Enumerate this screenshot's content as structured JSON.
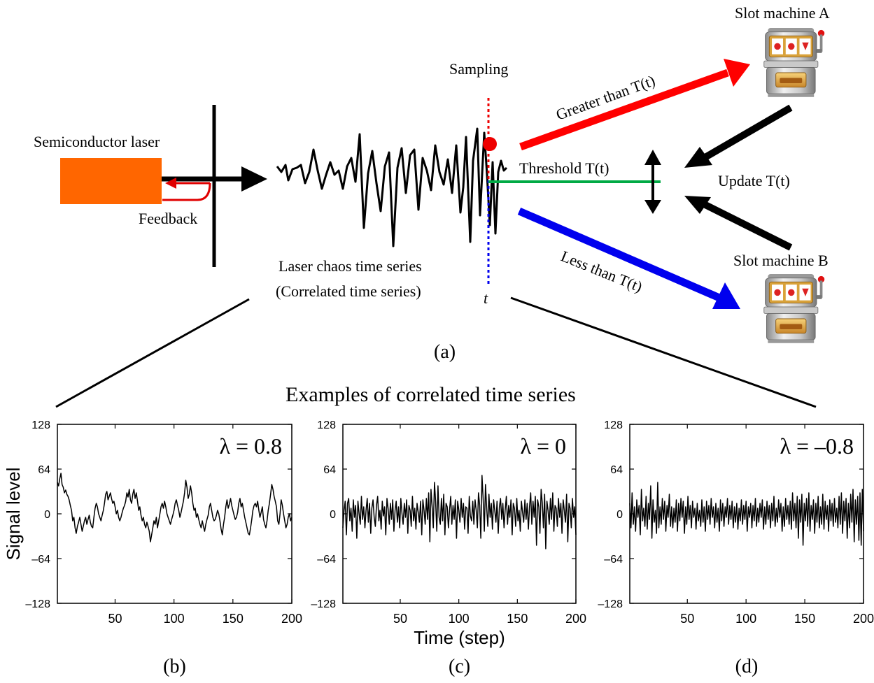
{
  "diagram": {
    "laser_label": "Semiconductor laser",
    "feedback_label": "Feedback",
    "chaos_label_1": "Laser chaos time series",
    "chaos_label_2": "(Correlated time series)",
    "sampling_label": "Sampling",
    "t_label": "t",
    "greater_label": "Greater than T(t)",
    "less_label": "Less than T(t)",
    "threshold_label": "Threshold T(t)",
    "update_label": "Update T(t)",
    "slot_a_label": "Slot machine A",
    "slot_b_label": "Slot machine B",
    "panel_a_label": "(a)",
    "examples_title": "Examples of correlated time series",
    "colors": {
      "laser": "#ff6600",
      "greater_arrow": "#ff0000",
      "less_arrow": "#0000ee",
      "threshold": "#00aa44",
      "feedback": "#ee0000"
    },
    "icons": [
      "slot-machine-icon"
    ]
  },
  "chart_data": [
    {
      "type": "line",
      "panel_label": "(b)",
      "lambda_label": "λ = 0.8",
      "ylabel": "Signal level",
      "xlabel": "",
      "xlim": [
        1,
        200
      ],
      "ylim": [
        -128,
        128
      ],
      "xticks": [
        50,
        100,
        150,
        200
      ],
      "yticks": [
        128,
        64,
        0,
        -64,
        -128
      ],
      "ytick_labels": [
        "128",
        "64",
        "0",
        "–64",
        "–128"
      ],
      "series": [
        {
          "values": [
            45,
            40,
            50,
            58,
            42,
            38,
            30,
            34,
            28,
            25,
            20,
            12,
            5,
            -10,
            -5,
            -20,
            -28,
            -18,
            -12,
            -5,
            -15,
            -25,
            -18,
            -10,
            -5,
            -15,
            -8,
            -2,
            -12,
            -18,
            -20,
            -5,
            8,
            15,
            10,
            0,
            -5,
            -10,
            -2,
            5,
            15,
            28,
            32,
            20,
            25,
            30,
            22,
            15,
            18,
            10,
            0,
            5,
            -5,
            -10,
            -5,
            2,
            8,
            12,
            18,
            30,
            24,
            35,
            20,
            15,
            28,
            35,
            22,
            30,
            18,
            5,
            10,
            -2,
            -10,
            -5,
            -15,
            -20,
            -12,
            -18,
            -25,
            -40,
            -30,
            -20,
            -10,
            -15,
            -5,
            -20,
            -10,
            0,
            10,
            15,
            8,
            18,
            10,
            0,
            -5,
            -10,
            -15,
            -8,
            -2,
            5,
            15,
            20,
            12,
            5,
            -5,
            2,
            10,
            18,
            30,
            48,
            38,
            22,
            28,
            40,
            30,
            15,
            5,
            8,
            -5,
            0,
            -8,
            -15,
            -20,
            -10,
            -18,
            -25,
            -15,
            -8,
            -2,
            10,
            15,
            5,
            -5,
            -10,
            -8,
            -2,
            5,
            0,
            -10,
            -22,
            -30,
            -15,
            -5,
            10,
            20,
            8,
            14,
            22,
            12,
            5,
            -2,
            -8,
            -5,
            2,
            15,
            22,
            10,
            15,
            5,
            -5,
            -12,
            -20,
            -28,
            -30,
            -20,
            -8,
            5,
            12,
            15,
            10,
            18,
            5,
            -5,
            2,
            10,
            -8,
            -15,
            -20,
            -10,
            5,
            15,
            28,
            42,
            35,
            25,
            18,
            10,
            -10,
            -15,
            0,
            20,
            12,
            0,
            -10,
            -20,
            -15,
            -5,
            0,
            -10,
            -5
          ]
        }
      ]
    },
    {
      "type": "line",
      "panel_label": "(c)",
      "lambda_label": "λ = 0",
      "ylabel": "",
      "xlabel": "Time (step)",
      "xlim": [
        1,
        200
      ],
      "ylim": [
        -128,
        128
      ],
      "xticks": [
        50,
        100,
        150,
        200
      ],
      "yticks": [
        128,
        64,
        0,
        -64,
        -128
      ],
      "ytick_labels": [
        "128",
        "64",
        "0",
        "–64",
        "–128"
      ],
      "series": [
        {
          "values": [
            -20,
            5,
            18,
            -30,
            15,
            22,
            -10,
            8,
            -25,
            20,
            -5,
            12,
            -35,
            18,
            0,
            -15,
            25,
            -8,
            10,
            -20,
            5,
            22,
            -12,
            15,
            -28,
            8,
            20,
            -5,
            -18,
            12,
            25,
            -10,
            5,
            -22,
            18,
            -3,
            10,
            -30,
            22,
            8,
            -15,
            15,
            -8,
            20,
            -25,
            5,
            18,
            -12,
            10,
            -20,
            22,
            0,
            -15,
            15,
            -5,
            20,
            -28,
            12,
            5,
            -18,
            25,
            -10,
            8,
            -22,
            15,
            2,
            -12,
            18,
            -30,
            20,
            5,
            -15,
            22,
            -8,
            30,
            -40,
            35,
            10,
            -20,
            45,
            18,
            -25,
            40,
            -5,
            -15,
            22,
            -10,
            28,
            -30,
            15,
            10,
            -20,
            5,
            25,
            -15,
            12,
            -8,
            20,
            -35,
            18,
            5,
            -12,
            22,
            -5,
            15,
            -22,
            10,
            8,
            -28,
            25,
            -3,
            -10,
            18,
            -15,
            20,
            5,
            -20,
            30,
            12,
            -35,
            55,
            20,
            -25,
            42,
            10,
            -18,
            28,
            -5,
            15,
            -22,
            20,
            5,
            -12,
            18,
            -28,
            10,
            22,
            -8,
            15,
            -20,
            5,
            25,
            -15,
            12,
            -5,
            20,
            -30,
            15,
            8,
            -18,
            22,
            -10,
            5,
            -25,
            18,
            2,
            -12,
            20,
            -8,
            15,
            -22,
            10,
            30,
            -15,
            18,
            -5,
            25,
            -45,
            20,
            10,
            -28,
            35,
            15,
            -20,
            28,
            -50,
            18,
            5,
            -15,
            22,
            -8,
            30,
            -25,
            12,
            8,
            -18,
            22,
            -5,
            15,
            -28,
            20,
            5,
            -12,
            28,
            -40,
            15,
            8,
            -20,
            22,
            -5,
            10,
            -30
          ]
        }
      ]
    },
    {
      "type": "line",
      "panel_label": "(d)",
      "lambda_label": "λ = –0.8",
      "ylabel": "",
      "xlabel": "",
      "xlim": [
        1,
        200
      ],
      "ylim": [
        -128,
        128
      ],
      "xticks": [
        50,
        100,
        150,
        200
      ],
      "yticks": [
        128,
        64,
        0,
        -64,
        -128
      ],
      "ytick_labels": [
        "128",
        "64",
        "0",
        "–64",
        "–128"
      ],
      "series": [
        {
          "values": [
            15,
            -20,
            30,
            -15,
            10,
            -25,
            20,
            -5,
            12,
            -30,
            35,
            -10,
            8,
            -18,
            25,
            -22,
            15,
            -8,
            40,
            -35,
            20,
            -12,
            5,
            -28,
            45,
            -20,
            10,
            -15,
            22,
            -8,
            18,
            -25,
            12,
            -5,
            28,
            -18,
            10,
            -20,
            8,
            -12,
            20,
            -25,
            15,
            -10,
            22,
            -5,
            18,
            -28,
            10,
            -15,
            25,
            -8,
            12,
            -20,
            18,
            -5,
            8,
            -22,
            15,
            -10,
            5,
            -18,
            20,
            -12,
            10,
            -25,
            18,
            -8,
            12,
            -15,
            22,
            -5,
            10,
            -20,
            15,
            -12,
            8,
            -25,
            20,
            -10,
            15,
            -18,
            10,
            -5,
            22,
            -15,
            12,
            -8,
            18,
            -20,
            10,
            -12,
            15,
            -22,
            8,
            -10,
            20,
            -15,
            12,
            -8,
            18,
            -25,
            10,
            -5,
            15,
            -20,
            12,
            -10,
            22,
            -18,
            8,
            -12,
            15,
            -5,
            20,
            -22,
            10,
            -15,
            18,
            -8,
            12,
            -20,
            15,
            -10,
            25,
            -18,
            8,
            -12,
            20,
            -5,
            15,
            -25,
            10,
            -18,
            22,
            -8,
            12,
            -15,
            18,
            -22,
            30,
            -10,
            15,
            -20,
            25,
            -35,
            20,
            -12,
            28,
            -45,
            15,
            -10,
            22,
            -18,
            30,
            -25,
            12,
            -8,
            20,
            -28,
            15,
            -12,
            25,
            -20,
            10,
            -15,
            28,
            -22,
            18,
            -8,
            12,
            -25,
            20,
            -10,
            15,
            -18,
            22,
            -12,
            8,
            -20,
            25,
            -15,
            30,
            -28,
            18,
            -10,
            22,
            -35,
            15,
            -20,
            28,
            -12,
            35,
            -40,
            20,
            -15,
            25,
            -38,
            30,
            -45,
            35,
            -25
          ]
        }
      ]
    }
  ]
}
